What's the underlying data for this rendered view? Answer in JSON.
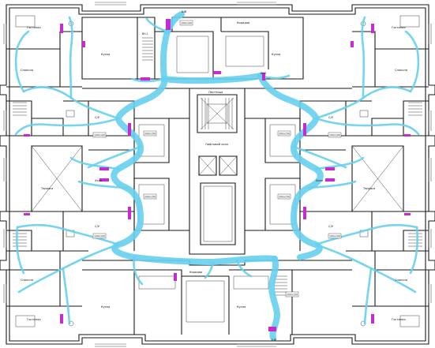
{
  "colors": {
    "duct": "#66d0ee",
    "duct_dark": "#3bb8e0",
    "unit": "#c82ad2",
    "wall": "#1a1a1a",
    "hatch": "#333333",
    "background": "#ffffff"
  },
  "labels": {
    "shaft_top": "ШВ",
    "shaft_bottom": "ШВ",
    "room_kitchen": "Кухня",
    "room_living": "Гостиная",
    "room_bedroom": "Спальня",
    "room_bath": "С/У",
    "room_hall": "Холл",
    "room_corridor": "Коридор",
    "room_terrace": "Терраса",
    "room_lobby": "Лифтовой холл",
    "room_stair": "Лестница",
    "duct_tag": "100x100",
    "duct_tag2": "200x150",
    "unit_tag": "ВН-1"
  }
}
